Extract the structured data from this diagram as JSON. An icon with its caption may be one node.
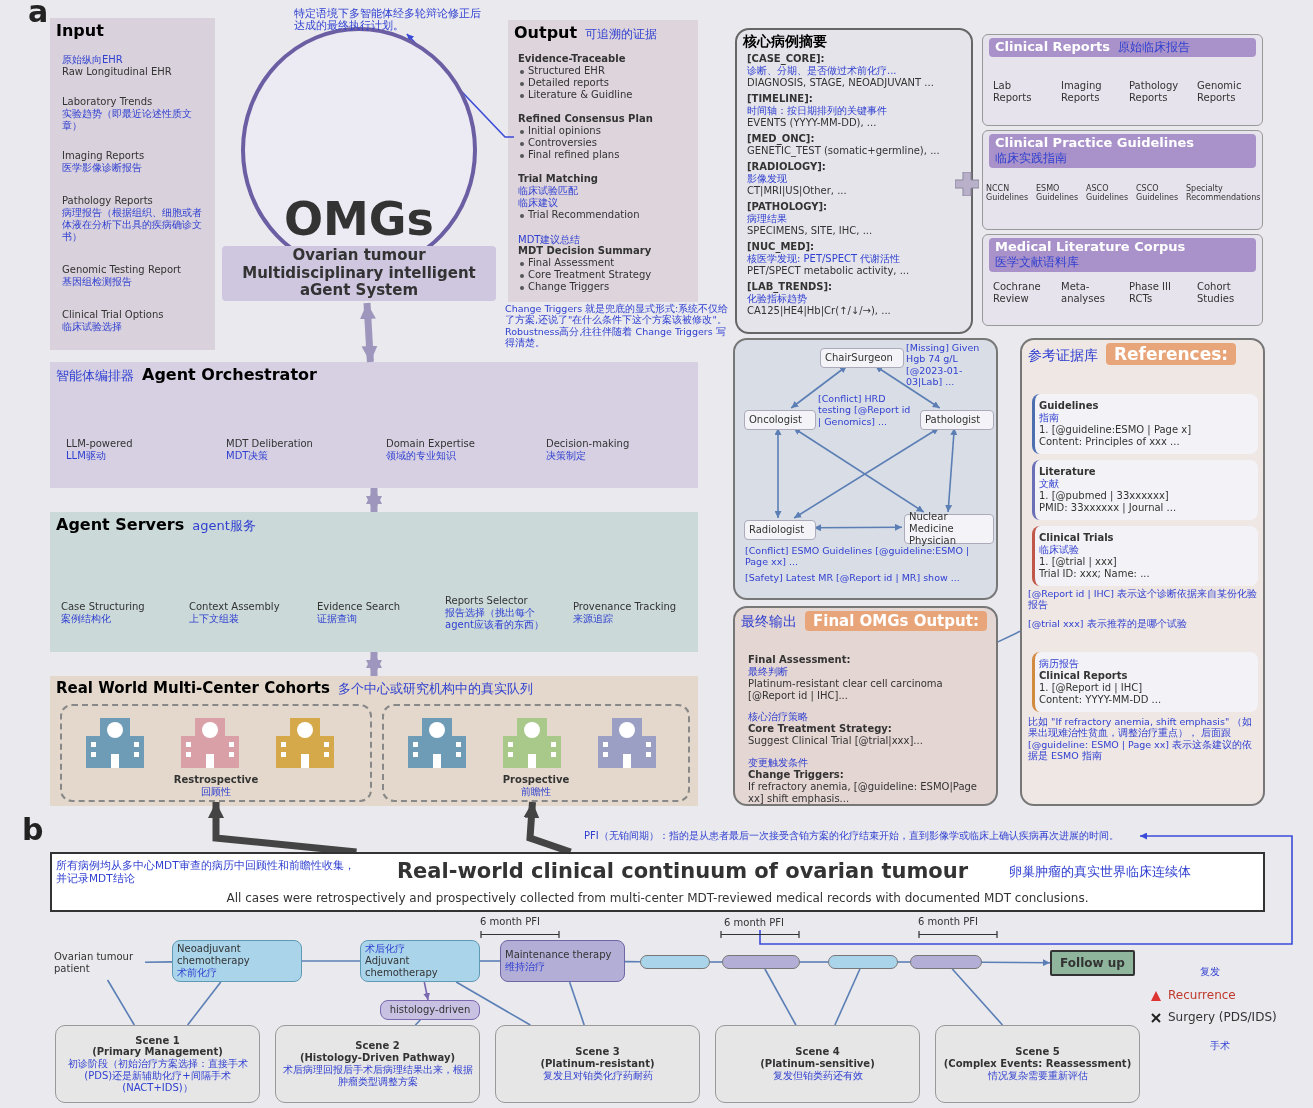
{
  "diagram": {
    "nodes": [
      {
        "text": [
          "Input"
        ]
      },
      {
        "text": [
          "原始纵向EHR",
          "Raw Longitudinal EHR"
        ],
        "in": 0
      },
      {
        "text": [
          "Laboratory Trends",
          "实验趋势（即最近论述性质文章）"
        ],
        "in": 0
      },
      {
        "text": [
          "Imaging Reports",
          "医学影像诊断报告"
        ],
        "in": 0
      },
      {
        "text": [
          "Pathology Reports",
          "病理报告（根据组织、细胞或者体液在分析下出具的疾病确诊文书）"
        ],
        "in": 0
      },
      {
        "text": [
          "Genomic Testing Report",
          "基因组检测报告"
        ],
        "in": 0
      },
      {
        "text": [
          "Clinical Trial Options",
          "临床试验选择"
        ],
        "in": 0
      },
      {
        "text": [
          "OMGs",
          "Ovarian tumour Multidisciplinary intelligent aGent System"
        ]
      },
      {
        "text": [
          "Output",
          "可追溯的证据"
        ]
      },
      {
        "text": [
          "Evidence-Traceable",
          "Structured EHR",
          "Detailed reports",
          "Literature & Guidline"
        ],
        "in": 8
      },
      {
        "text": [
          "Refined Consensus Plan",
          "Initial opinions",
          "Controversies",
          "Final refined plans"
        ],
        "in": 8
      },
      {
        "text": [
          "Trial Matching",
          "临床试验匹配",
          "临床建议",
          "Trial Recommendation"
        ],
        "in": 8
      },
      {
        "text": [
          "MDT建议总结",
          "MDT Decision Summary",
          "Final Assessment",
          "Core Treatment Strategy",
          "Change Triggers"
        ],
        "in": 8
      },
      {
        "text": [
          "特定语境下多智能体经多轮辩论修正后达成的最终执行计划。"
        ]
      },
      {
        "text": [
          "核心病例摘要"
        ]
      },
      {
        "text": [
          "[CASE_CORE]:",
          "诊断、分期、是否做过术前化疗...",
          "DIAGNOSIS, STAGE, NEOADJUVANT ..."
        ],
        "in": 14
      },
      {
        "text": [
          "[TIMELINE]:",
          "时间轴：按日期排列的关键事件",
          "EVENTS (YYYY-MM-DD), ..."
        ],
        "in": 14
      },
      {
        "text": [
          "[MED_ONC]:",
          "GENETIC_TEST (somatic+germline), ..."
        ],
        "in": 14
      },
      {
        "text": [
          "[RADIOLOGY]:",
          "影像发现",
          "CT|MRI|US|Other, ..."
        ],
        "in": 14
      },
      {
        "text": [
          "[PATHOLOGY]:",
          "病理结果",
          "SPECIMENS, SITE, IHC, ..."
        ],
        "in": 14
      },
      {
        "text": [
          "[NUC_MED]:",
          "核医学发现: PET/SPECT 代谢活性",
          "PET/SPECT metabolic activity, ..."
        ],
        "in": 14
      },
      {
        "text": [
          "[LAB_TRENDS]:",
          "化验指标趋势",
          "CA125|HE4|Hb|Cr(↑/↓/→), ..."
        ],
        "in": 14
      },
      {
        "text": [
          "Clinical Reports",
          "原始临床报告"
        ]
      },
      {
        "text": [
          "Lab Reports"
        ],
        "in": 22
      },
      {
        "text": [
          "Imaging Reports"
        ],
        "in": 22
      },
      {
        "text": [
          "Pathology Reports"
        ],
        "in": 22
      },
      {
        "text": [
          "Genomic Reports"
        ],
        "in": 22
      },
      {
        "text": [
          "Clinical Practice Guidelines",
          "临床实践指南"
        ]
      },
      {
        "text": [
          "NCCN Guidelines"
        ],
        "in": 27
      },
      {
        "text": [
          "ESMO Guidelines"
        ],
        "in": 27
      },
      {
        "text": [
          "ASCO Guidelines"
        ],
        "in": 27
      },
      {
        "text": [
          "CSCO Guidelines"
        ],
        "in": 27
      },
      {
        "text": [
          "Specialty Recommendations"
        ],
        "in": 27
      },
      {
        "text": [
          "Medical Literature Corpus",
          "医学文献语料库"
        ]
      },
      {
        "text": [
          "Cochrane Review"
        ],
        "in": 33
      },
      {
        "text": [
          "Meta-analyses"
        ],
        "in": 33
      },
      {
        "text": [
          "Phase III RCTs"
        ],
        "in": 33
      },
      {
        "text": [
          "Cohort Studies"
        ],
        "in": 33
      },
      {
        "text": [
          "智能体编排器",
          "Agent Orchestrator"
        ]
      },
      {
        "text": [
          "LLM-powered",
          "LLM驱动"
        ],
        "in": 38
      },
      {
        "text": [
          "MDT Deliberation",
          "MDT决策"
        ],
        "in": 38
      },
      {
        "text": [
          "Domain Expertise",
          "领域的专业知识"
        ],
        "in": 38
      },
      {
        "text": [
          "Decision-making",
          "决策制定"
        ],
        "in": 38
      },
      {
        "text": [
          "Agent Servers",
          "agent服务"
        ]
      },
      {
        "text": [
          "Case Structuring",
          "案例结构化"
        ],
        "in": 43
      },
      {
        "text": [
          "Context Assembly",
          "上下文组装"
        ],
        "in": 43
      },
      {
        "text": [
          "Evidence Search",
          "证据查询"
        ],
        "in": 43
      },
      {
        "text": [
          "Reports Selector",
          "报告选择（挑出每个agent应该看的东西）"
        ],
        "in": 43
      },
      {
        "text": [
          "Provenance Tracking",
          "来源追踪"
        ],
        "in": 43
      },
      {
        "text": [
          "Real World Multi-Center Cohorts",
          "多个中心或研究机构中的真实队列"
        ]
      },
      {
        "text": [
          "Restrospective",
          "回顾性"
        ],
        "in": 49
      },
      {
        "text": [
          "Prospective",
          "前瞻性"
        ],
        "in": 49
      },
      {
        "text": [],
        "shape": "box"
      },
      {
        "text": [
          "ChairSurgeon"
        ],
        "in": 52
      },
      {
        "text": [
          "Oncologist"
        ],
        "in": 52
      },
      {
        "text": [
          "Pathologist"
        ],
        "in": 52
      },
      {
        "text": [
          "Radiologist"
        ],
        "in": 52
      },
      {
        "text": [
          "Nuclear Medicine Physician"
        ],
        "in": 52
      },
      {
        "text": [
          "最终输出",
          "Final OMGs Output:"
        ]
      },
      {
        "text": [
          "Final Assessment:",
          "最终判断",
          "Platinum-resistant clear cell carcinoma [@Report id | IHC]..."
        ],
        "in": 58
      },
      {
        "text": [
          "核心治疗策略",
          "Core Treatment Strategy:",
          "Suggest Clinical Trial [@trial|xxx]..."
        ],
        "in": 58
      },
      {
        "text": [
          "变更触发条件",
          "Change Triggers:",
          "If refractory anemia, [@guideline: ESMO|Page xx] shift emphasis..."
        ],
        "in": 58
      },
      {
        "text": [
          "参考证据库",
          "References:"
        ]
      },
      {
        "text": [
          "Guidelines",
          "指南",
          "1. [@guideline:ESMO | Page x]",
          "Content: Principles of xxx ..."
        ],
        "in": 62
      },
      {
        "text": [
          "Literature",
          "文献",
          "1. [@pubmed | 33xxxxxx]",
          "PMID: 33xxxxxx | Journal ..."
        ],
        "in": 62
      },
      {
        "text": [
          "Clinical Trials",
          "临床试验",
          "1. [@trial | xxx]",
          "Trial ID: xxx; Name: ..."
        ],
        "in": 62
      },
      {
        "text": [
          "病历报告",
          "Clinical Reports",
          "1. [@Report id | IHC]",
          "Content: YYYY-MM-DD ..."
        ],
        "in": 62
      },
      {
        "text": [
          "所有病例均从多中心MDT审查的病历中回顾性和前瞻性收集，并记录MDT结论",
          "Real-world clinical continuum of ovarian tumour",
          "卵巢肿瘤的真实世界临床连续体",
          "All cases were retrospectively and prospectively collected from multi-center MDT-reviewed medical records with documented MDT conclusions."
        ]
      },
      {
        "text": [
          "Ovarian tumour patient"
        ]
      },
      {
        "text": [
          "Neoadjuvant chemotherapy",
          "术前化疗"
        ]
      },
      {
        "text": [
          "术后化疗",
          "Adjuvant chemotherapy"
        ]
      },
      {
        "text": [
          "Maintenance therapy",
          "维持治疗"
        ]
      },
      {
        "text": [
          "histology-driven"
        ]
      },
      {
        "text": [
          "Follow up"
        ]
      },
      {
        "text": [
          "Scene 1",
          "(Primary Management)",
          "初诊阶段（初始治疗方案选择：直接手术(PDS)还是新辅助化疗+间隔手术(NACT+IDS)）"
        ]
      },
      {
        "text": [
          "Scene 2",
          "(Histology-Driven Pathway)",
          "术后病理回报后手术后病理结果出来，根据肿瘤类型调整方案"
        ]
      },
      {
        "text": [
          "Scene 3",
          "(Platinum-resistant)",
          "复发且对铂类化疗药耐药"
        ]
      },
      {
        "text": [
          "Scene 4",
          "(Platinum-sensitive)",
          "复发但铂类药还有效"
        ]
      },
      {
        "text": [
          "Scene 5",
          "(Complex Events: Reassessment)",
          "情况复杂需要重新评估"
        ]
      },
      {
        "text": [
          "6 month PFI"
        ]
      },
      {
        "text": [
          "PFI（无铂间期）：指的是从患者最后一次接受含铂方案的化疗结束开始，直到影像学或临床上确认疾病再次进展的时间。"
        ]
      },
      {
        "text": [],
        "shape": "bar"
      },
      {
        "text": [],
        "shape": "bar"
      },
      {
        "text": [],
        "shape": "bar"
      },
      {
        "text": [],
        "shape": "bar"
      }
    ],
    "edges": [
      {
        "from": 10,
        "to": 13,
        "arrow": "to",
        "color": "#3b4bd8"
      },
      {
        "from": 79,
        "to": 80,
        "arrow": "to",
        "color": "#3b4bd8"
      },
      {
        "from": 7,
        "to": 38,
        "arrow": "both",
        "style": "thick"
      },
      {
        "from": 38,
        "to": 43,
        "arrow": "both",
        "style": "thick"
      },
      {
        "from": 43,
        "to": 49,
        "arrow": "both",
        "style": "thick"
      },
      {
        "from": 67,
        "to": 50,
        "arrow": "to",
        "style": "thick",
        "color": "#444444"
      },
      {
        "from": 67,
        "to": 51,
        "arrow": "to",
        "style": "thick",
        "color": "#444444"
      },
      {
        "from": 53,
        "to": 54,
        "arrow": "both"
      },
      {
        "from": 53,
        "to": 55,
        "arrow": "both"
      },
      {
        "from": 54,
        "to": 56,
        "arrow": "both"
      },
      {
        "from": 55,
        "to": 57,
        "arrow": "both"
      },
      {
        "from": 56,
        "to": 57,
        "arrow": "both"
      },
      {
        "from": 54,
        "to": 57,
        "arrow": "both"
      },
      {
        "from": 55,
        "to": 56,
        "arrow": "both"
      },
      {
        "from": 58,
        "to": 62,
        "arrow": "none"
      },
      {
        "from": 68,
        "to": 69,
        "arrow": "none"
      },
      {
        "from": 69,
        "to": 70,
        "arrow": "none"
      },
      {
        "from": 70,
        "to": 71,
        "arrow": "none"
      },
      {
        "from": 71,
        "to": 81,
        "arrow": "none"
      },
      {
        "from": 81,
        "to": 82,
        "arrow": "none"
      },
      {
        "from": 82,
        "to": 83,
        "arrow": "none"
      },
      {
        "from": 83,
        "to": 84,
        "arrow": "none"
      },
      {
        "from": 84,
        "to": 73,
        "arrow": "to"
      },
      {
        "from": 70,
        "to": 72,
        "arrow": "to",
        "color": "#7a68b0"
      },
      {
        "from": 74,
        "to": 68,
        "arrow": "none"
      },
      {
        "from": 74,
        "to": 69,
        "arrow": "none"
      },
      {
        "from": 75,
        "to": 72,
        "arrow": "none"
      },
      {
        "from": 76,
        "to": 70,
        "arrow": "none"
      },
      {
        "from": 76,
        "to": 71,
        "arrow": "none"
      },
      {
        "from": 77,
        "to": 82,
        "arrow": "none"
      },
      {
        "from": 77,
        "to": 83,
        "arrow": "none"
      },
      {
        "from": 78,
        "to": 84,
        "arrow": "none"
      }
    ],
    "labels": [
      "a",
      "[Missing] Given Hgb 74 g/L [@2023-01-03|Lab] ...",
      "[Conflict] HRD testing [@Report id | Genomics] ...",
      "[Conflict] ESMO Guidelines [@guideline:ESMO | Page xx] ...",
      "[Safety] Latest MR [@Report id | MR] show ...",
      "Change Triggers 就是兜底的显式形式:系统不仅给了方案,还说了\"在什么条件下这个方案该被修改\"。Robustness高分,往往伴随着 Change Triggers 写得清楚。",
      "[@Report id | IHC] 表示这个诊断依据来自某份化验报告",
      "[@trial xxx] 表示推荐的是哪个试验",
      "比如 \"If refractory anemia, shift emphasis\" （如果出现难治性贫血，调整治疗重点）， 后面跟 [@guideline: ESMO | Page xx] 表示这条建议的依据是 ESMO 指南",
      "b",
      "6 month PFI",
      "6 month PFI",
      "复发",
      "手术"
    ],
    "legend": [
      {
        "text": "Recurrence"
      },
      {
        "text": "Surgery (PDS/IDS)"
      }
    ]
  }
}
